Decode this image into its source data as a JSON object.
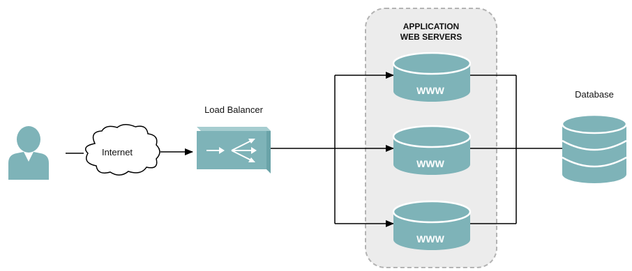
{
  "labels": {
    "internet": "Internet",
    "load_balancer": "Load Balancer",
    "group_line1": "APPLICATION",
    "group_line2": "WEB SERVERS",
    "database": "Database"
  },
  "servers": [
    {
      "label": "WWW"
    },
    {
      "label": "WWW"
    },
    {
      "label": "WWW"
    }
  ],
  "icons": {
    "user": "user-icon",
    "cloud": "cloud-icon",
    "load_balancer": "load-balancer-icon",
    "server": "server-icon",
    "database": "database-icon"
  },
  "colors": {
    "teal": "#7EB3B8",
    "teal_dark": "#6AA3A8",
    "teal_light": "#A6CDD0",
    "group_fill": "#ECECEC",
    "group_border": "#B3B3B3",
    "line": "#000000"
  }
}
